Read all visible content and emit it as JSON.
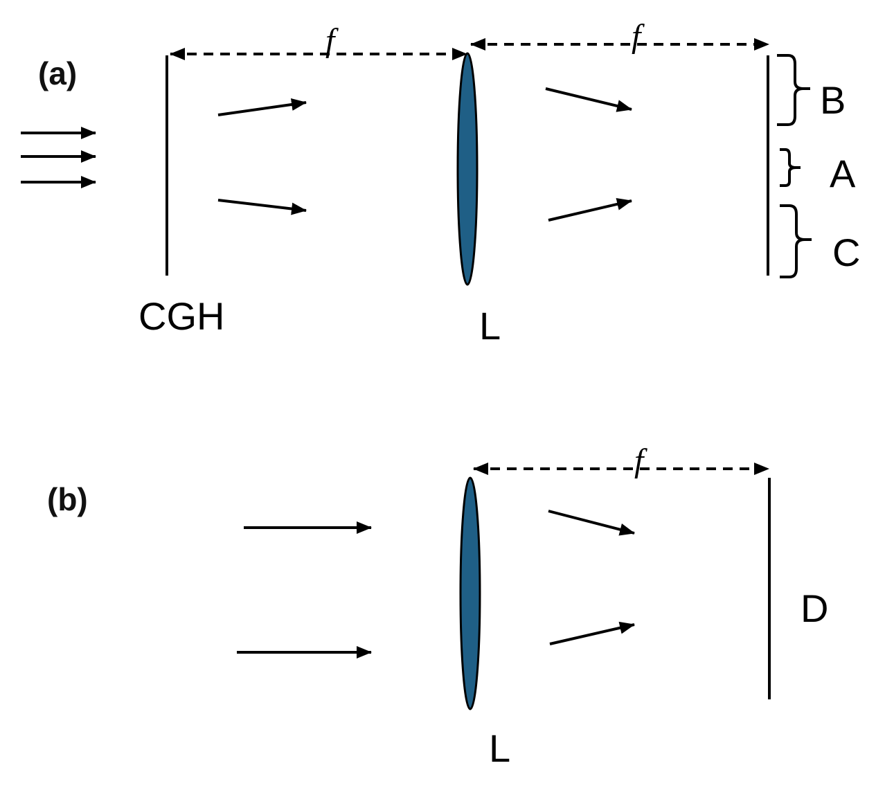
{
  "panels": {
    "a": {
      "label": "(a)",
      "hologram_label": "CGH",
      "lens_label": "L",
      "focal_label_1": "f",
      "focal_label_2": "f",
      "region_b": "B",
      "region_a": "A",
      "region_c": "C"
    },
    "b": {
      "label": "(b)",
      "lens_label": "L",
      "focal_label": "f",
      "plane_label": "D"
    }
  },
  "colors": {
    "lens_fill": "#1f5f86",
    "line": "#000000"
  }
}
